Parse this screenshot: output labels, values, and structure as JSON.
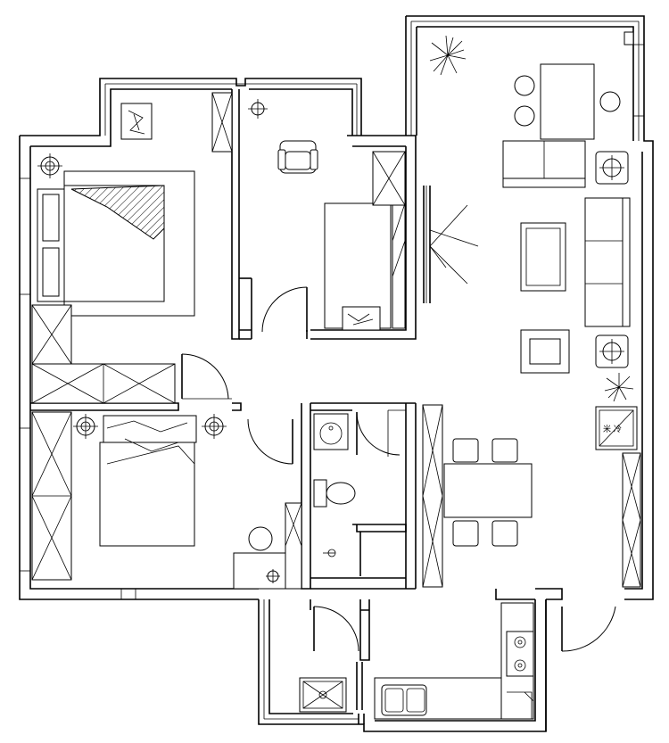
{
  "diagram": {
    "kind": "floor-plan",
    "colors": {
      "line": "#000000",
      "background": "#ffffff"
    },
    "labels": {
      "cabinet_tag": "米 冷"
    },
    "rooms": [
      "master-bedroom",
      "study",
      "second-bedroom",
      "living-room",
      "dining-area",
      "bathroom",
      "kitchen",
      "laundry-balcony",
      "north-balcony"
    ]
  }
}
